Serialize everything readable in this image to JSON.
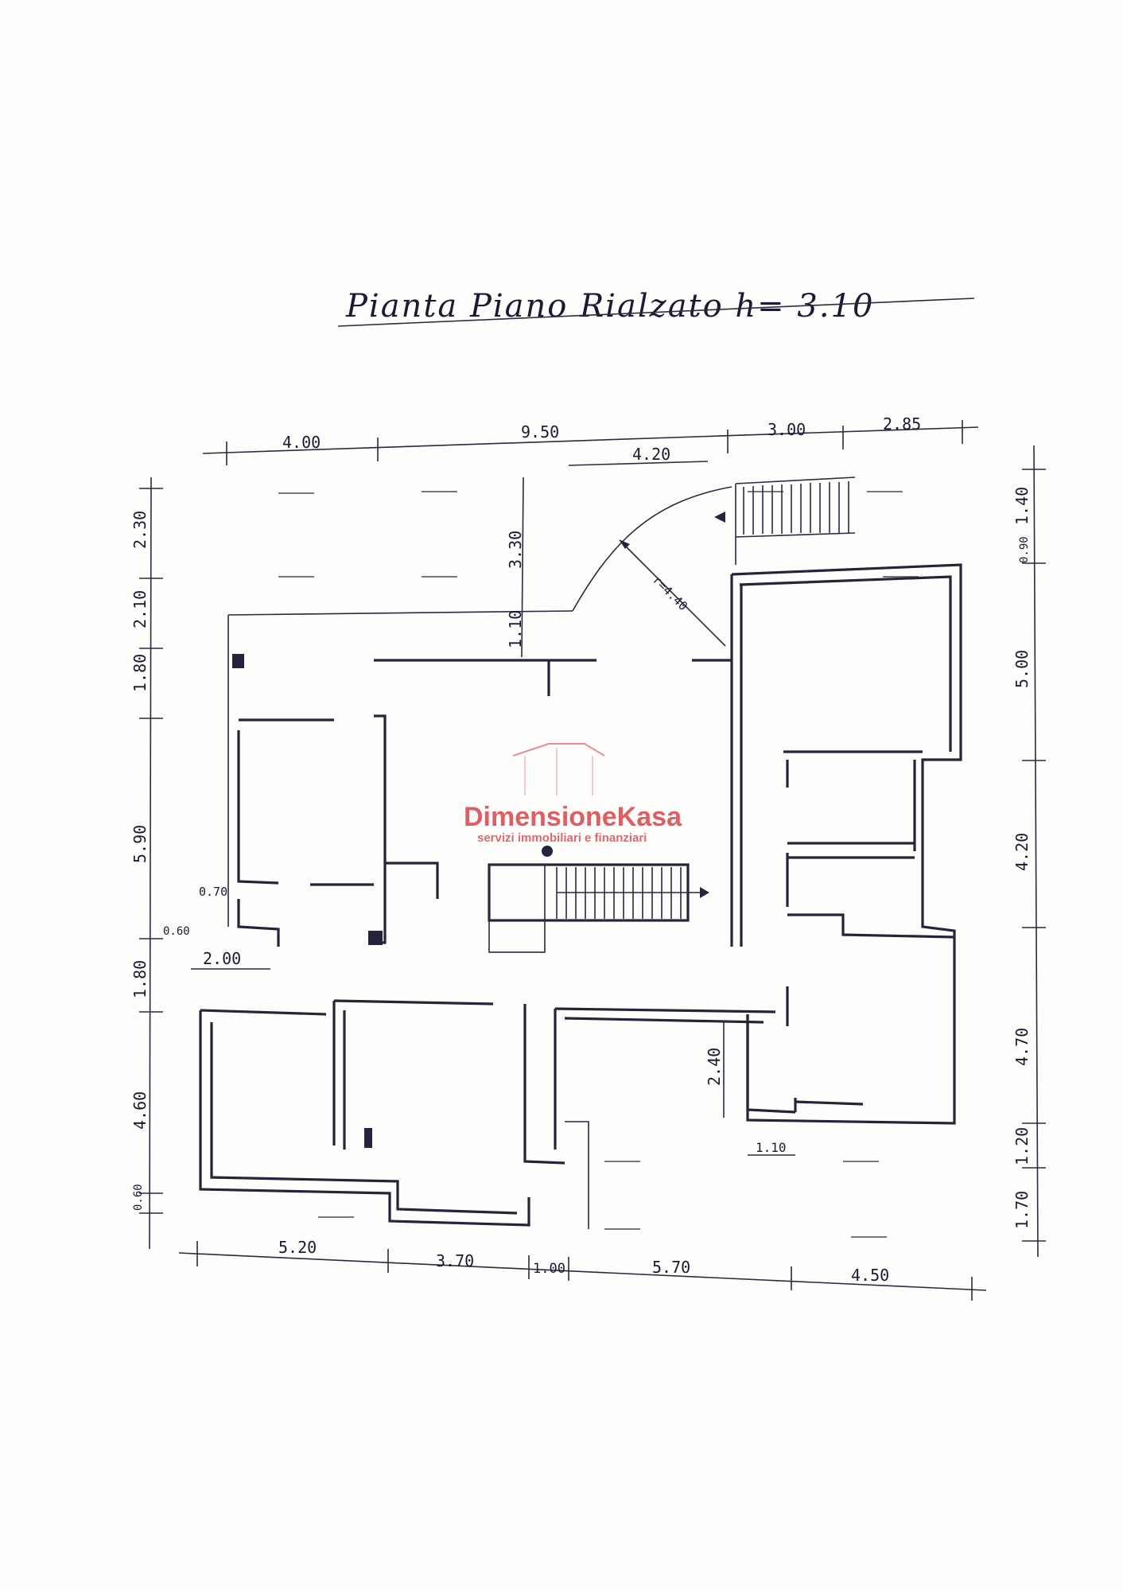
{
  "title": "Pianta Piano Rialzato h= 3.10",
  "watermark": {
    "brand_part1": "Dimensione",
    "brand_part2": "Kasa",
    "tagline": "servizi immobiliari e finanziari",
    "color": "#d9434a"
  },
  "dimensions": {
    "top": [
      "4.00",
      "9.50",
      "4.20",
      "3.00",
      "2.85"
    ],
    "left": [
      "2.30",
      "2.10",
      "1.80",
      "5.90",
      "0.70",
      "0.60",
      "1.80",
      "4.60",
      "0.60"
    ],
    "right": [
      "1.40",
      "0.90",
      "5.00",
      "4.20",
      "4.70",
      "1.20",
      "1.70"
    ],
    "bottom": [
      "5.20",
      "3.70",
      "1.00",
      "5.70",
      "4.50"
    ],
    "inner": [
      "3.30",
      "1.10",
      "r=4.40",
      "2.00",
      "2.40",
      "1.10"
    ]
  },
  "colors": {
    "ink": "#24243a",
    "paper": "#fdfdfc"
  }
}
